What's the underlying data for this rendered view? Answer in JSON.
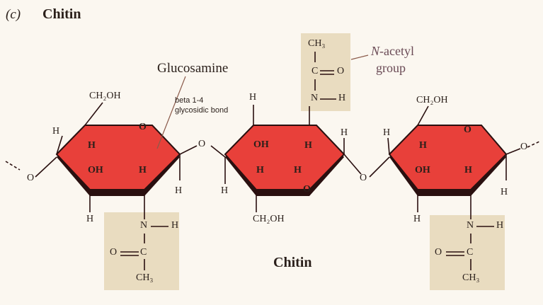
{
  "panel": {
    "letter": "(c)",
    "title": "Chitin"
  },
  "labels": {
    "glucosamine": "Glucosamine",
    "bond_line1": "beta 1-4",
    "bond_line2": "glycosidic bond",
    "acetyl_n": "N",
    "acetyl_rest": "-acetyl",
    "acetyl_line2": "group",
    "bottom_name": "Chitin"
  },
  "atoms": {
    "H": "H",
    "O": "O",
    "OH": "OH",
    "CH2OH": "CH₂OH",
    "CH3": "CH₃",
    "N": "N",
    "C": "C"
  },
  "colors": {
    "ring_fill": "#e8403a",
    "ring_edge": "#2a1010",
    "acetyl_box": "#e9dcc0",
    "text": "#2a1f1a",
    "label_line": "#8a5a4a"
  }
}
